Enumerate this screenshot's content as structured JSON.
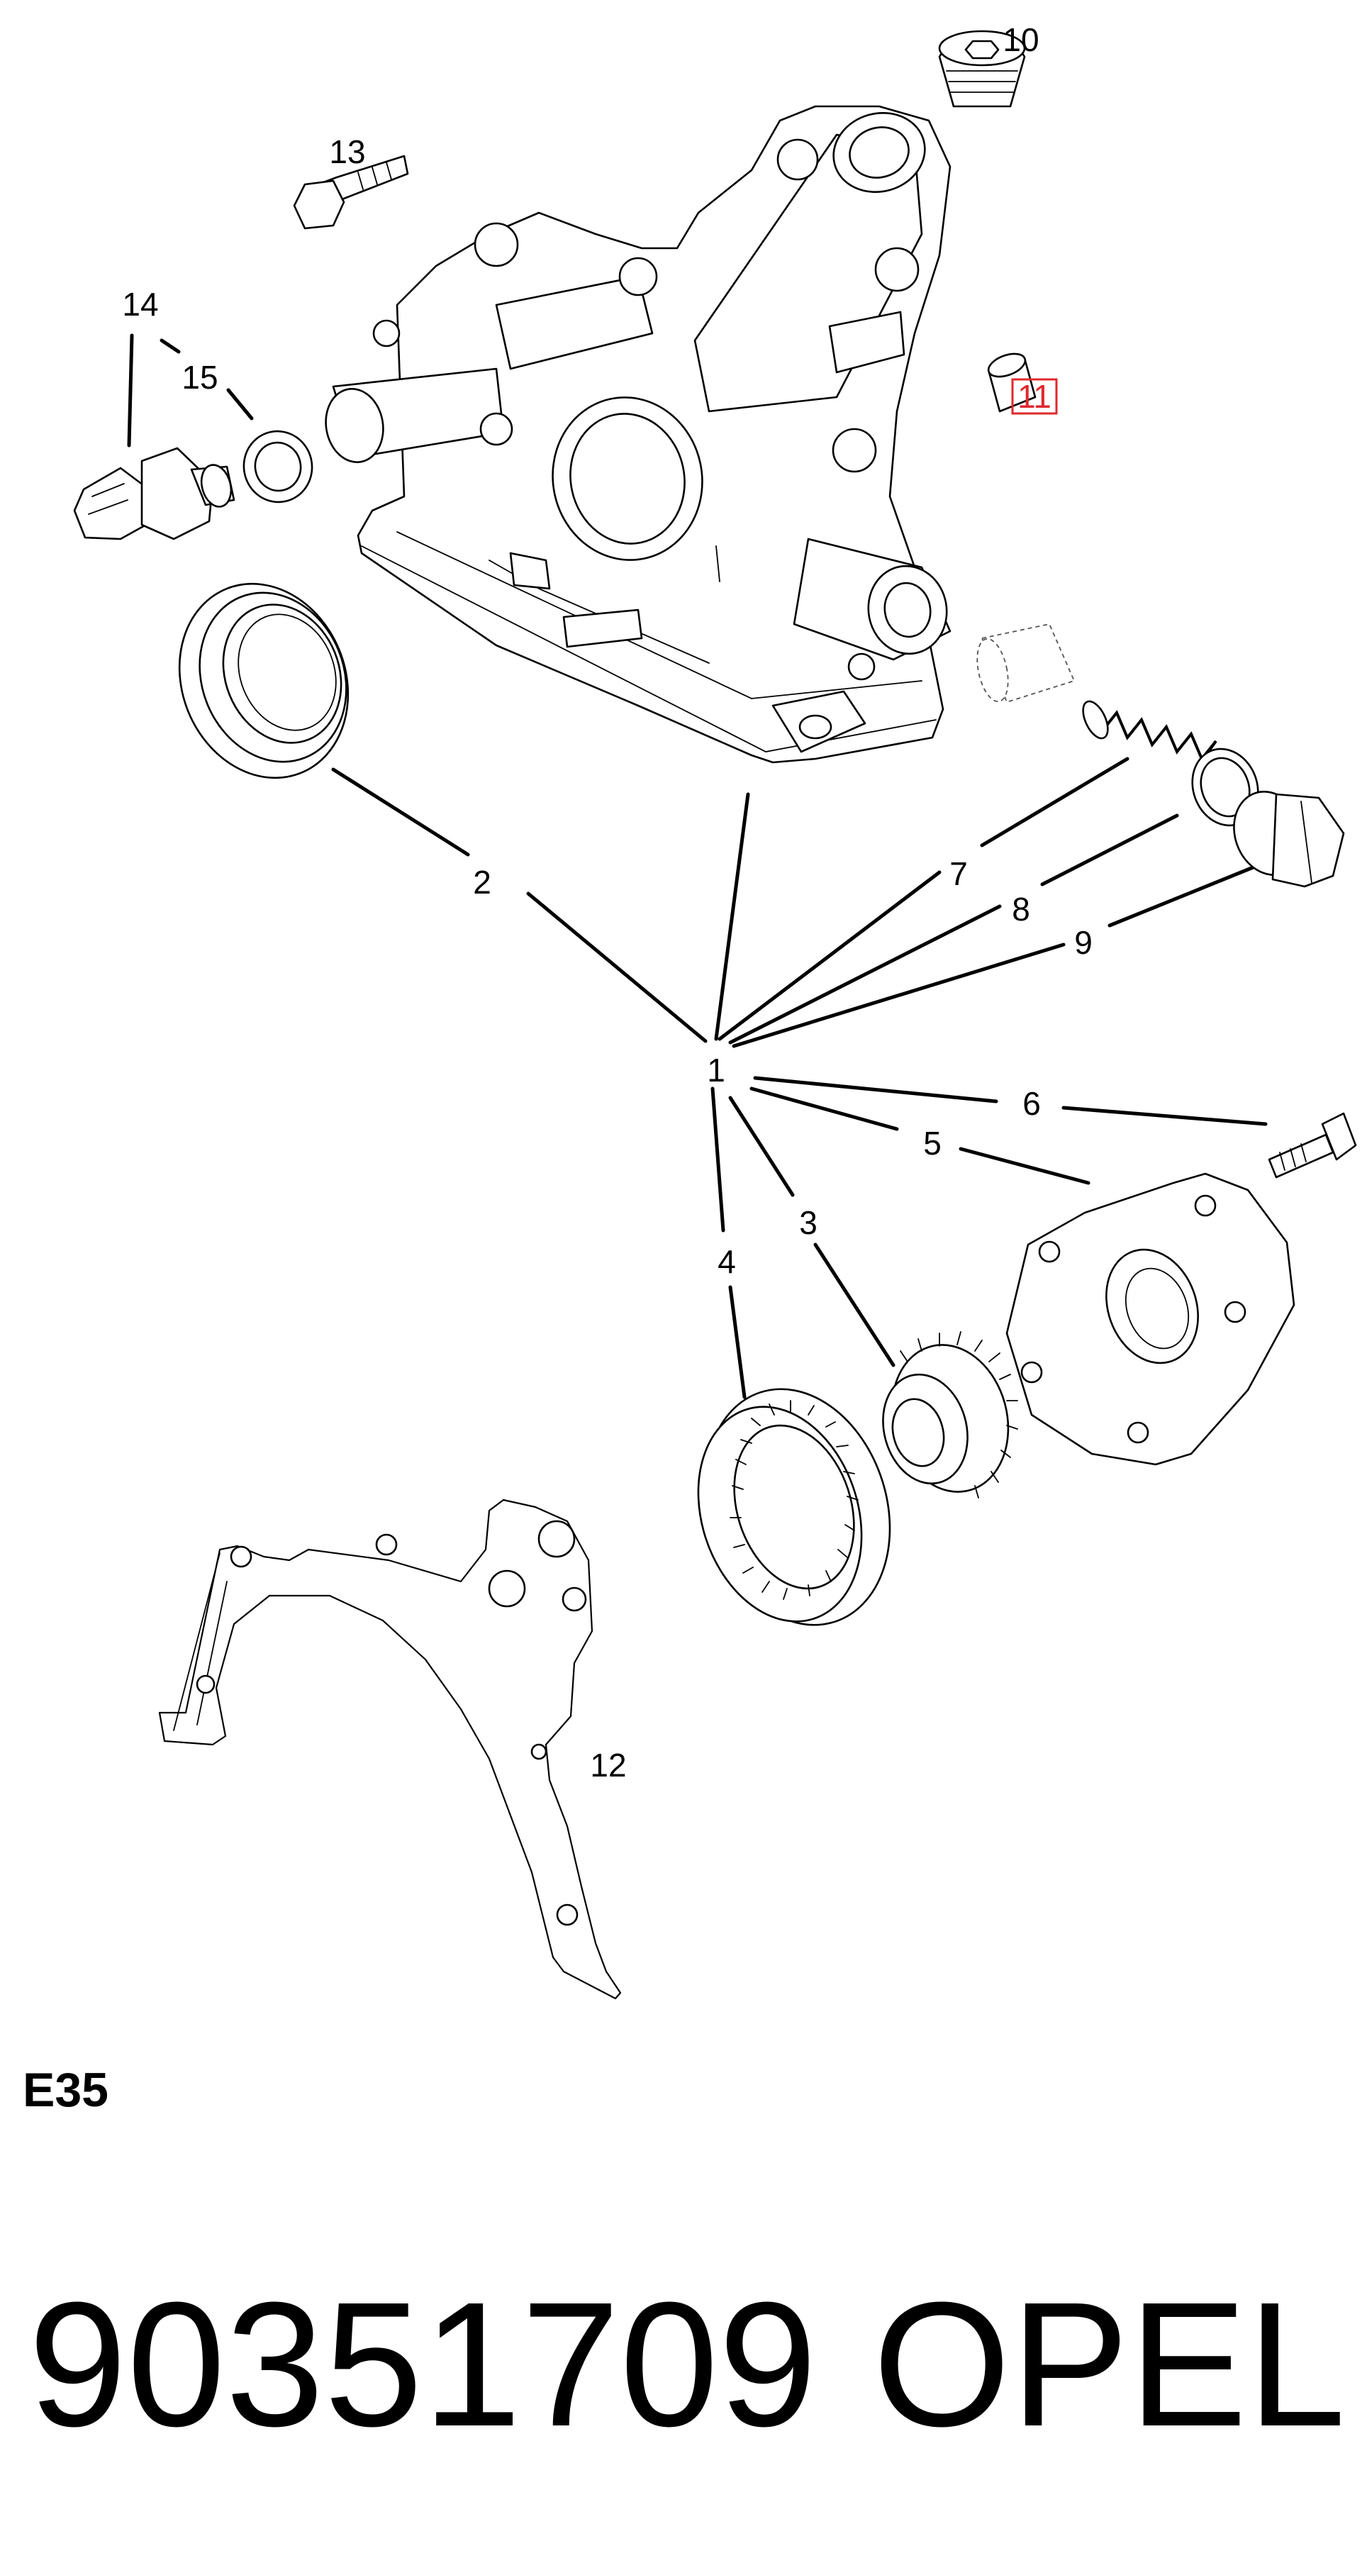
{
  "diagram": {
    "section_code": "E35",
    "part_number": "90351709",
    "brand": "OPEL",
    "highlight_color": "#e0282e",
    "callouts": [
      {
        "id": "c1",
        "text": "1"
      },
      {
        "id": "c2",
        "text": "2"
      },
      {
        "id": "c3",
        "text": "3"
      },
      {
        "id": "c4",
        "text": "4"
      },
      {
        "id": "c5",
        "text": "5"
      },
      {
        "id": "c6",
        "text": "6"
      },
      {
        "id": "c7",
        "text": "7"
      },
      {
        "id": "c8",
        "text": "8"
      },
      {
        "id": "c9",
        "text": "9"
      },
      {
        "id": "c10",
        "text": "10"
      },
      {
        "id": "c11",
        "text": "11",
        "highlighted": true
      },
      {
        "id": "c12",
        "text": "12"
      },
      {
        "id": "c13",
        "text": "13"
      },
      {
        "id": "c14",
        "text": "14"
      },
      {
        "id": "c15",
        "text": "15"
      }
    ]
  }
}
